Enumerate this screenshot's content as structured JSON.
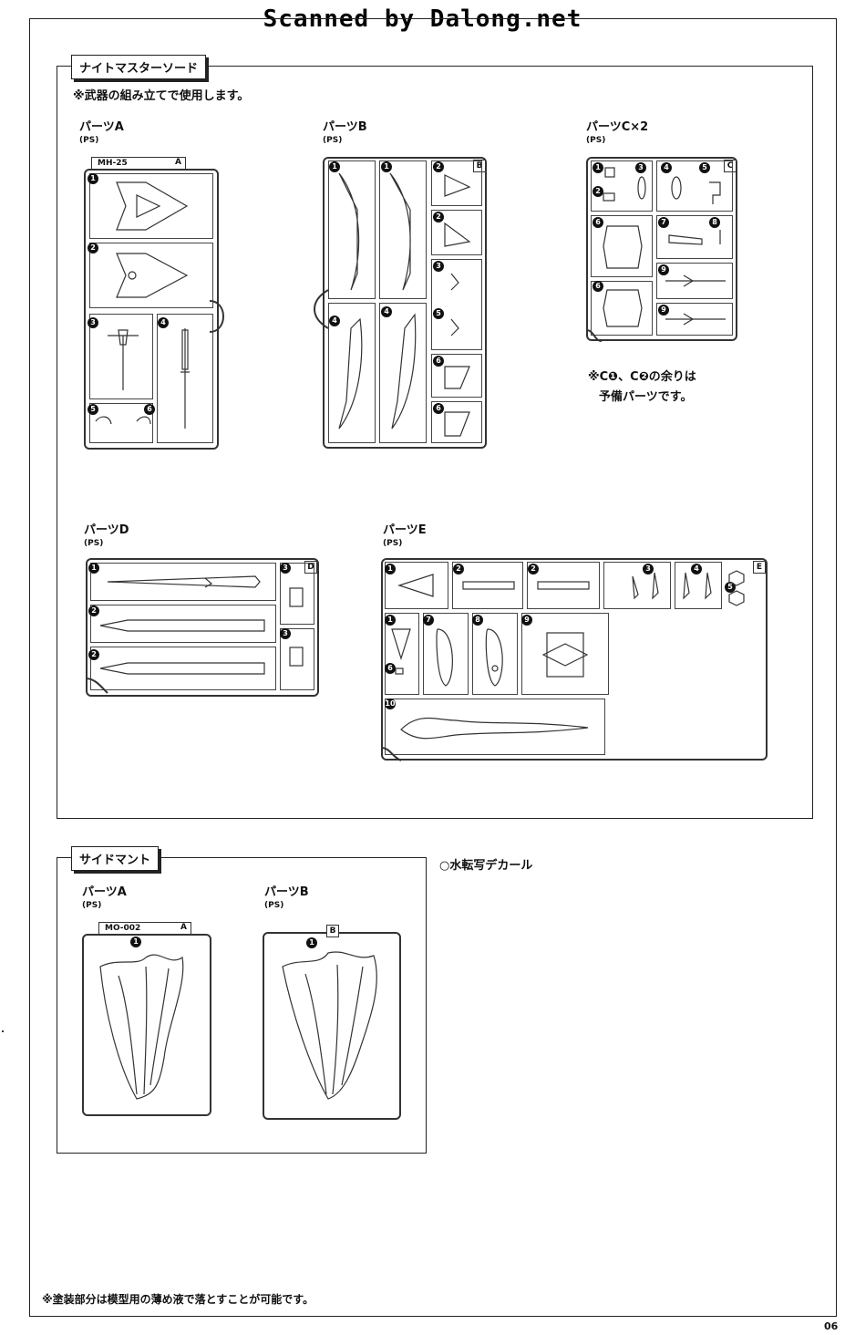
{
  "watermark": "Scanned by Dalong.net",
  "page_number": "06",
  "section1": {
    "label": "ナイトマスターソード",
    "note": "※武器の組み立てで使用します。",
    "partA": {
      "title": "パーツA",
      "sub": "(PS)",
      "tag": "MH-25",
      "letter": "A",
      "numbers": [
        "1",
        "2",
        "3",
        "4",
        "5",
        "6"
      ]
    },
    "partB": {
      "title": "パーツB",
      "sub": "(PS)",
      "letter": "B",
      "numbers": [
        "1",
        "1",
        "2",
        "2",
        "3",
        "5",
        "4",
        "4",
        "6",
        "6"
      ]
    },
    "partC": {
      "title": "パーツC×2",
      "sub": "(PS)",
      "letter": "C",
      "numbers": [
        "1",
        "3",
        "4",
        "5",
        "2",
        "6",
        "7",
        "8",
        "9",
        "6",
        "9"
      ]
    },
    "partC_note_line1": "※C❶、C❷の余りは",
    "partC_note_line2": "予備パーツです。",
    "partD": {
      "title": "パーツD",
      "sub": "(PS)",
      "letter": "D",
      "numbers": [
        "1",
        "3",
        "2",
        "3",
        "2"
      ]
    },
    "partE": {
      "title": "パーツE",
      "sub": "(PS)",
      "letter": "E",
      "numbers": [
        "1",
        "2",
        "2",
        "3",
        "4",
        "5",
        "1",
        "7",
        "8",
        "9",
        "6",
        "10"
      ]
    }
  },
  "section2": {
    "label": "サイドマント",
    "partA": {
      "title": "パーツA",
      "sub": "(PS)",
      "tag": "MO-002",
      "letter": "A",
      "num": "1"
    },
    "partB": {
      "title": "パーツB",
      "sub": "(PS)",
      "letter": "B",
      "num": "1"
    }
  },
  "decal_note": "○水転写デカール",
  "bottom_note": "※塗装部分は模型用の薄め液で落とすことが可能です。"
}
